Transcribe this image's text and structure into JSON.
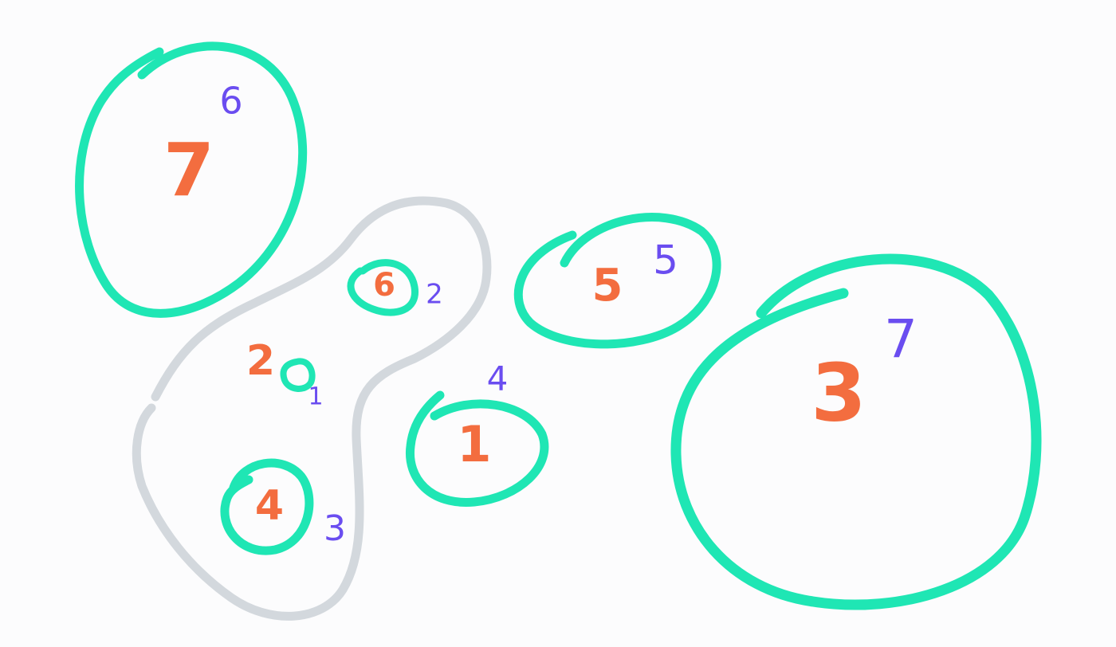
{
  "colors": {
    "background": "#fcfcfd",
    "cluster_outline": "#1fe6b4",
    "group_outline": "#d3d8dd",
    "cluster_label": "#f36d3f",
    "weight_label": "#6a4df0"
  },
  "clusters": [
    {
      "id": "cluster-7",
      "label": "7",
      "weight": "6"
    },
    {
      "id": "cluster-6",
      "label": "6",
      "weight": "2"
    },
    {
      "id": "cluster-2",
      "label": "2",
      "weight": "1"
    },
    {
      "id": "cluster-4",
      "label": "4",
      "weight": "3"
    },
    {
      "id": "cluster-1",
      "label": "1",
      "weight": "4"
    },
    {
      "id": "cluster-5",
      "label": "5",
      "weight": "5"
    },
    {
      "id": "cluster-3",
      "label": "3",
      "weight": "7"
    }
  ]
}
